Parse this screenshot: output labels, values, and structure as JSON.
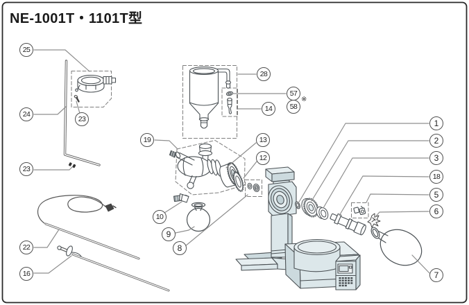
{
  "title": "NE-1001T・1101T型",
  "note_mark": "※",
  "callouts": [
    {
      "label": "25"
    },
    {
      "label": "24"
    },
    {
      "label": "23"
    },
    {
      "label": "23"
    },
    {
      "label": "22"
    },
    {
      "label": "16"
    },
    {
      "label": "19"
    },
    {
      "label": "13"
    },
    {
      "label": "12"
    },
    {
      "label": "10"
    },
    {
      "label": "9"
    },
    {
      "label": "8"
    },
    {
      "label": "28"
    },
    {
      "label": "57"
    },
    {
      "label": "58"
    },
    {
      "label": "14"
    },
    {
      "label": "1"
    },
    {
      "label": "2"
    },
    {
      "label": "3"
    },
    {
      "label": "18"
    },
    {
      "label": "5"
    },
    {
      "label": "6"
    },
    {
      "label": "7"
    }
  ],
  "colors": {
    "unit_fill": "#dce7ea",
    "unit_side": "#ccdade",
    "outline": "#4a5054",
    "leader": "#8f8f8f",
    "border": "#2a2a2a"
  }
}
